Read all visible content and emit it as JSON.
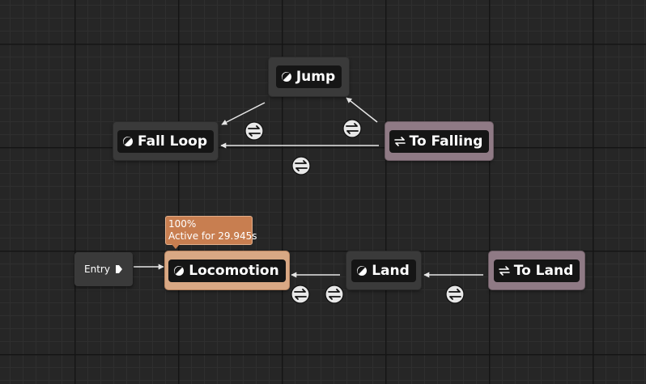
{
  "states": {
    "jump": {
      "label": "Jump",
      "icon": "state-icon"
    },
    "fall_loop": {
      "label": "Fall Loop",
      "icon": "state-icon"
    },
    "locomotion": {
      "label": "Locomotion",
      "icon": "state-icon",
      "active": true
    },
    "land": {
      "label": "Land",
      "icon": "state-icon"
    }
  },
  "conduits": {
    "to_falling": {
      "label": "To Falling",
      "icon": "conduit-icon"
    },
    "to_land": {
      "label": "To Land",
      "icon": "conduit-icon"
    }
  },
  "entry": {
    "label": "Entry",
    "icon": "entry-pin-icon"
  },
  "debug_tooltip": {
    "weight": "100%",
    "active_time": "Active for 29.945s"
  },
  "colors": {
    "state_node": "#3a3a3a",
    "conduit_node": "#8f7a85",
    "active_node": "#d9a884",
    "tooltip": "#c87e50",
    "wire": "#e6e6e6"
  },
  "transition_rule_icon": "transition-rule-icon"
}
